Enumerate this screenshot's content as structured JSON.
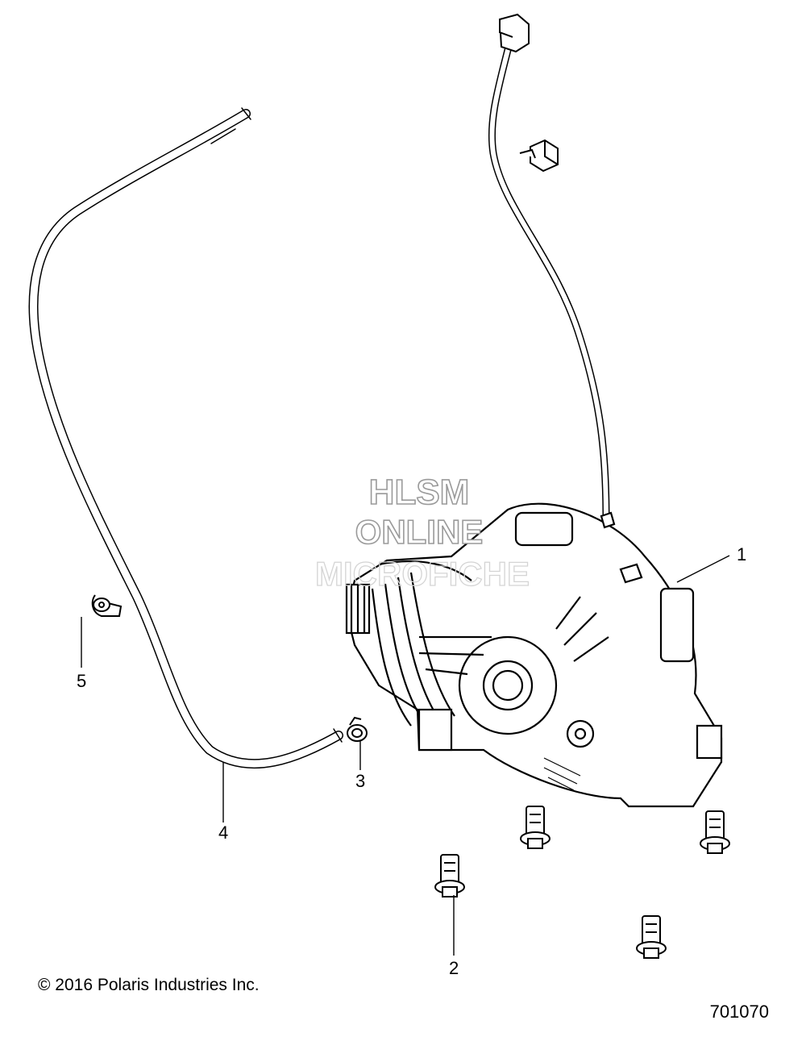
{
  "watermark": {
    "line1": "HLSM",
    "line2": "ONLINE",
    "line3": "MICROFICHE"
  },
  "callouts": [
    {
      "id": "1",
      "label": "1"
    },
    {
      "id": "2",
      "label": "2"
    },
    {
      "id": "3",
      "label": "3"
    },
    {
      "id": "4",
      "label": "4"
    },
    {
      "id": "5",
      "label": "5"
    }
  ],
  "copyright": "© 2016 Polaris Industries Inc.",
  "diagram_number": "701070"
}
